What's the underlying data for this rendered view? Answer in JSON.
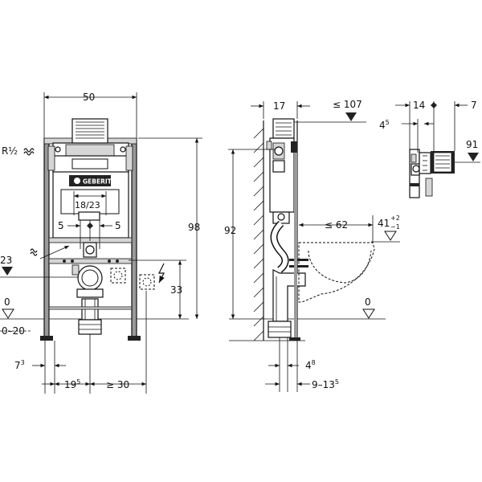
{
  "front_view": {
    "width": "50",
    "height": "98",
    "connection_label": "R½",
    "brand": "GEBERIT",
    "flush_spacing": "18/23",
    "offset_left": "5",
    "offset_right": "5",
    "supply_height": "23",
    "outlet_height": "33",
    "floor_level": "0",
    "floor_range": "0–20",
    "frame_offset_base": "7",
    "frame_offset_sup": "3",
    "offset_19_base": "19",
    "offset_19_sup": "5",
    "min_spacing": "≥ 30"
  },
  "side_view": {
    "depth": "17",
    "max_depth": "≤ 107",
    "height": "92",
    "bowl_reach": "≤ 62",
    "bowl_height": "41",
    "tol_plus": "+2",
    "tol_minus": "−1",
    "floor_level": "0",
    "bottom_offset_base": "4",
    "bottom_offset_sup": "8",
    "wall_range_base": "9–13",
    "wall_range_sup": "5"
  },
  "detail_view": {
    "width_a": "14",
    "width_b": "7",
    "offset_base": "4",
    "offset_sup": "5",
    "height": "91"
  }
}
